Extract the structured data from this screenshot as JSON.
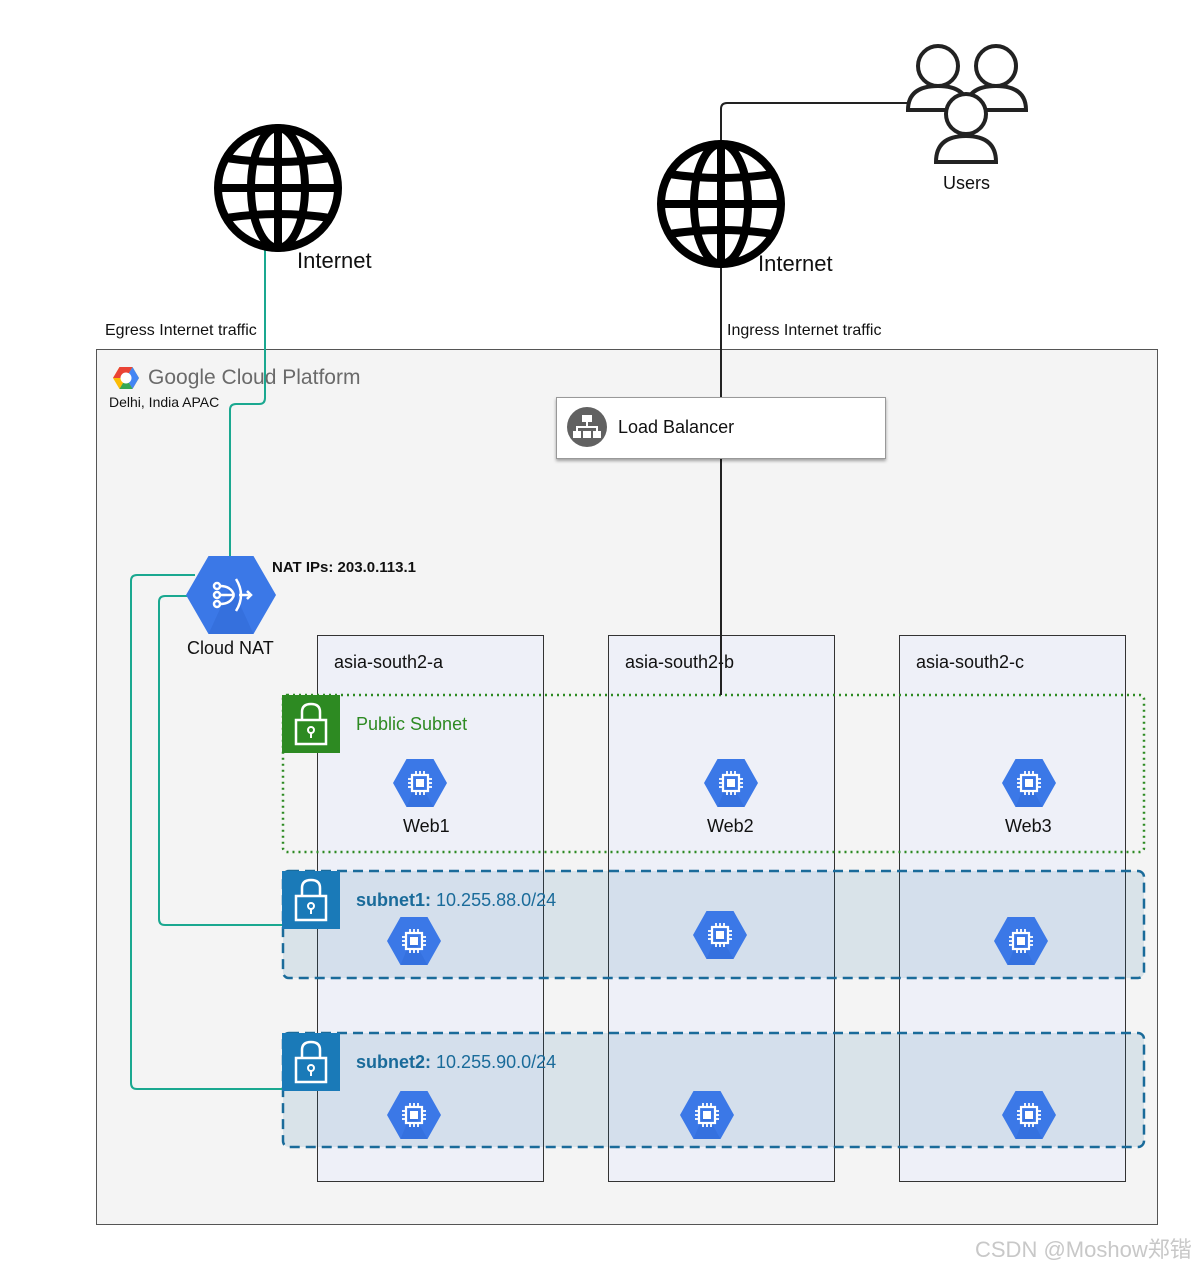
{
  "internet_left": {
    "label": "Internet"
  },
  "internet_right": {
    "label": "Internet"
  },
  "users": {
    "label": "Users"
  },
  "egress_label": "Egress Internet traffic",
  "ingress_label": "Ingress Internet traffic",
  "gcp": {
    "logo_text": "Google Cloud Platform",
    "region": "Delhi, India APAC"
  },
  "load_balancer": {
    "label": "Load Balancer"
  },
  "cloud_nat": {
    "label": "Cloud NAT",
    "ips_label": "NAT IPs: 203.0.113.1"
  },
  "zones": [
    "asia-south2-a",
    "asia-south2-b",
    "asia-south2-c"
  ],
  "public_subnet": {
    "label": "Public Subnet"
  },
  "vms": {
    "web1": "Web1",
    "web2": "Web2",
    "web3": "Web3"
  },
  "subnet1": {
    "name": "subnet1:",
    "cidr": "10.255.88.0/24"
  },
  "subnet2": {
    "name": "subnet2:",
    "cidr": "10.255.90.0/24"
  },
  "colors": {
    "nat_line": "#1aa890",
    "public_green": "#2d8a22",
    "subnet_blue": "#1a6b9a",
    "vm_blue": "#3b78e7"
  },
  "watermark": "CSDN @Moshow郑锴"
}
